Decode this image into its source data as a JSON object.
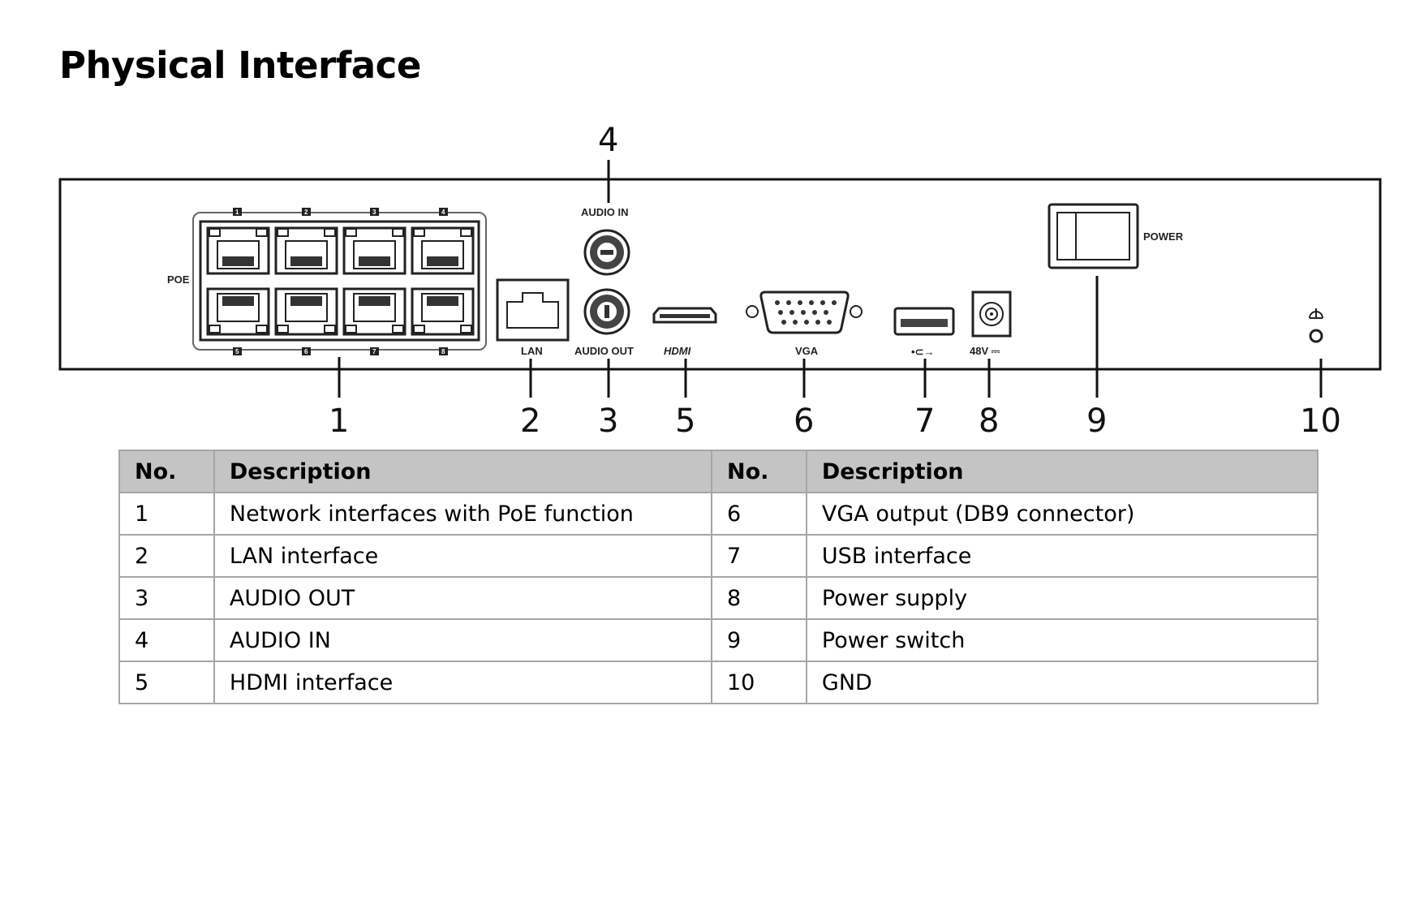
{
  "document": {
    "title": "Physical Interface"
  },
  "panel": {
    "labels": {
      "poe": "POE",
      "lan": "LAN",
      "audio_in": "AUDIO IN",
      "audio_out": "AUDIO OUT",
      "hdmi": "HDMI",
      "vga": "VGA",
      "usb_symbol": "•⊂→",
      "power_dc": "48V ⎓",
      "power": "POWER"
    },
    "poe_top_numbers": [
      "1",
      "2",
      "3",
      "4"
    ],
    "poe_bottom_numbers": [
      "5",
      "6",
      "7",
      "8"
    ],
    "callouts": [
      "1",
      "2",
      "3",
      "4",
      "5",
      "6",
      "7",
      "8",
      "9",
      "10"
    ]
  },
  "table": {
    "headers": [
      "No.",
      "Description",
      "No.",
      "Description"
    ],
    "rows": [
      [
        "1",
        "Network interfaces with PoE function",
        "6",
        "VGA output (DB9 connector)"
      ],
      [
        "2",
        "LAN interface",
        "7",
        "USB interface"
      ],
      [
        "3",
        "AUDIO OUT",
        "8",
        "Power supply"
      ],
      [
        "4",
        "AUDIO IN",
        "9",
        "Power switch"
      ],
      [
        "5",
        "HDMI interface",
        "10",
        "GND"
      ]
    ]
  }
}
